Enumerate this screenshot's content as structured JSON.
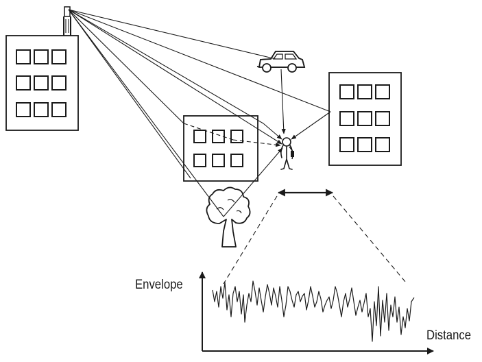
{
  "labels": {
    "envelope": "Envelope",
    "distance": "Distance"
  },
  "scene": {
    "buildings": [
      "building-left",
      "building-middle",
      "building-right"
    ],
    "objects": [
      "transmitter-tower",
      "car",
      "tree",
      "pedestrian"
    ]
  },
  "colors": {
    "ink": "#1a1a1a",
    "background": "#ffffff"
  }
}
